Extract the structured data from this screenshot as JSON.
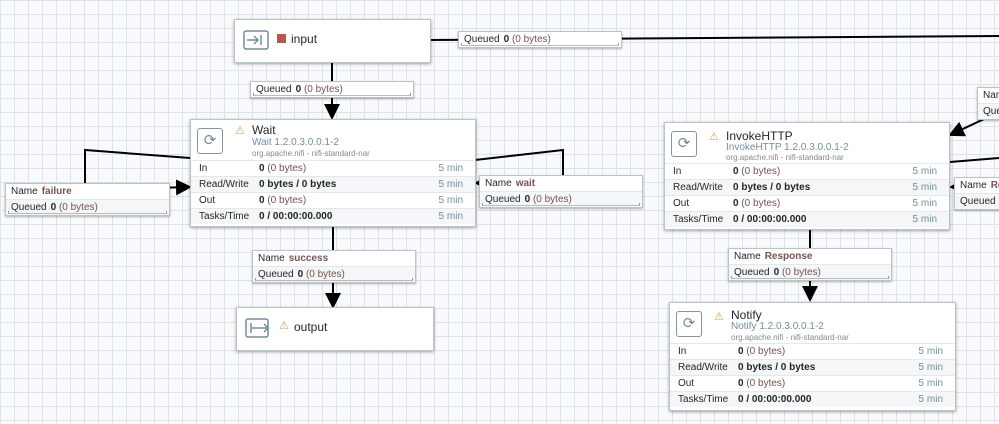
{
  "ports": {
    "input": {
      "name": "input"
    },
    "output": {
      "name": "output"
    }
  },
  "processors": {
    "wait": {
      "name": "Wait",
      "type": "Wait 1.2.0.3.0.0.1-2",
      "bundle": "org.apache.nifi - nifi-standard-nar",
      "stats": {
        "in_label": "In",
        "in_value": "0",
        "in_sub": "(0 bytes)",
        "in_time": "5 min",
        "rw_label": "Read/Write",
        "rw_value": "0 bytes / 0 bytes",
        "rw_time": "5 min",
        "out_label": "Out",
        "out_value": "0",
        "out_sub": "(0 bytes)",
        "out_time": "5 min",
        "tasks_label": "Tasks/Time",
        "tasks_value": "0 / 00:00:00.000",
        "tasks_time": "5 min"
      }
    },
    "invoke": {
      "name": "InvokeHTTP",
      "type": "InvokeHTTP 1.2.0.3.0.0.1-2",
      "bundle": "org.apache.nifi - nifi-standard-nar",
      "stats": {
        "in_label": "In",
        "in_value": "0",
        "in_sub": "(0 bytes)",
        "in_time": "5 min",
        "rw_label": "Read/Write",
        "rw_value": "0 bytes / 0 bytes",
        "rw_time": "5 min",
        "out_label": "Out",
        "out_value": "0",
        "out_sub": "(0 bytes)",
        "out_time": "5 min",
        "tasks_label": "Tasks/Time",
        "tasks_value": "0 / 00:00:00.000",
        "tasks_time": "5 min"
      }
    },
    "notify": {
      "name": "Notify",
      "type": "Notify 1.2.0.3.0.0.1-2",
      "bundle": "org.apache.nifi - nifi-standard-nar",
      "stats": {
        "in_label": "In",
        "in_value": "0",
        "in_sub": "(0 bytes)",
        "in_time": "5 min",
        "rw_label": "Read/Write",
        "rw_value": "0 bytes / 0 bytes",
        "rw_time": "5 min",
        "out_label": "Out",
        "out_value": "0",
        "out_sub": "(0 bytes)",
        "out_time": "5 min",
        "tasks_label": "Tasks/Time",
        "tasks_value": "0 / 00:00:00.000",
        "tasks_time": "5 min"
      }
    }
  },
  "connections": {
    "input_right": {
      "queued_label": "Queued",
      "queued_value": "0",
      "queued_bytes": "(0 bytes)"
    },
    "input_wait": {
      "queued_label": "Queued",
      "queued_value": "0",
      "queued_bytes": "(0 bytes)"
    },
    "failure": {
      "name_label": "Name",
      "name_value": "failure",
      "queued_label": "Queued",
      "queued_value": "0",
      "queued_bytes": "(0 bytes)"
    },
    "wait_loop": {
      "name_label": "Name",
      "name_value": "wait",
      "queued_label": "Queued",
      "queued_value": "0",
      "queued_bytes": "(0 bytes)"
    },
    "success": {
      "name_label": "Name",
      "name_value": "success",
      "queued_label": "Queued",
      "queued_value": "0",
      "queued_bytes": "(0 bytes)"
    },
    "response": {
      "name_label": "Name",
      "name_value": "Response",
      "queued_label": "Queued",
      "queued_value": "0",
      "queued_bytes": "(0 bytes)"
    },
    "right_top": {
      "name_label": "Nam",
      "queued_label": "Que"
    },
    "right_mid": {
      "name_label": "Name",
      "name_value": "Re",
      "queued_label": "Queued"
    }
  },
  "colors": {
    "stopped": "#ba554a",
    "warning": "#cf9f5d",
    "accent": "#728e9b",
    "value": "#775351"
  }
}
